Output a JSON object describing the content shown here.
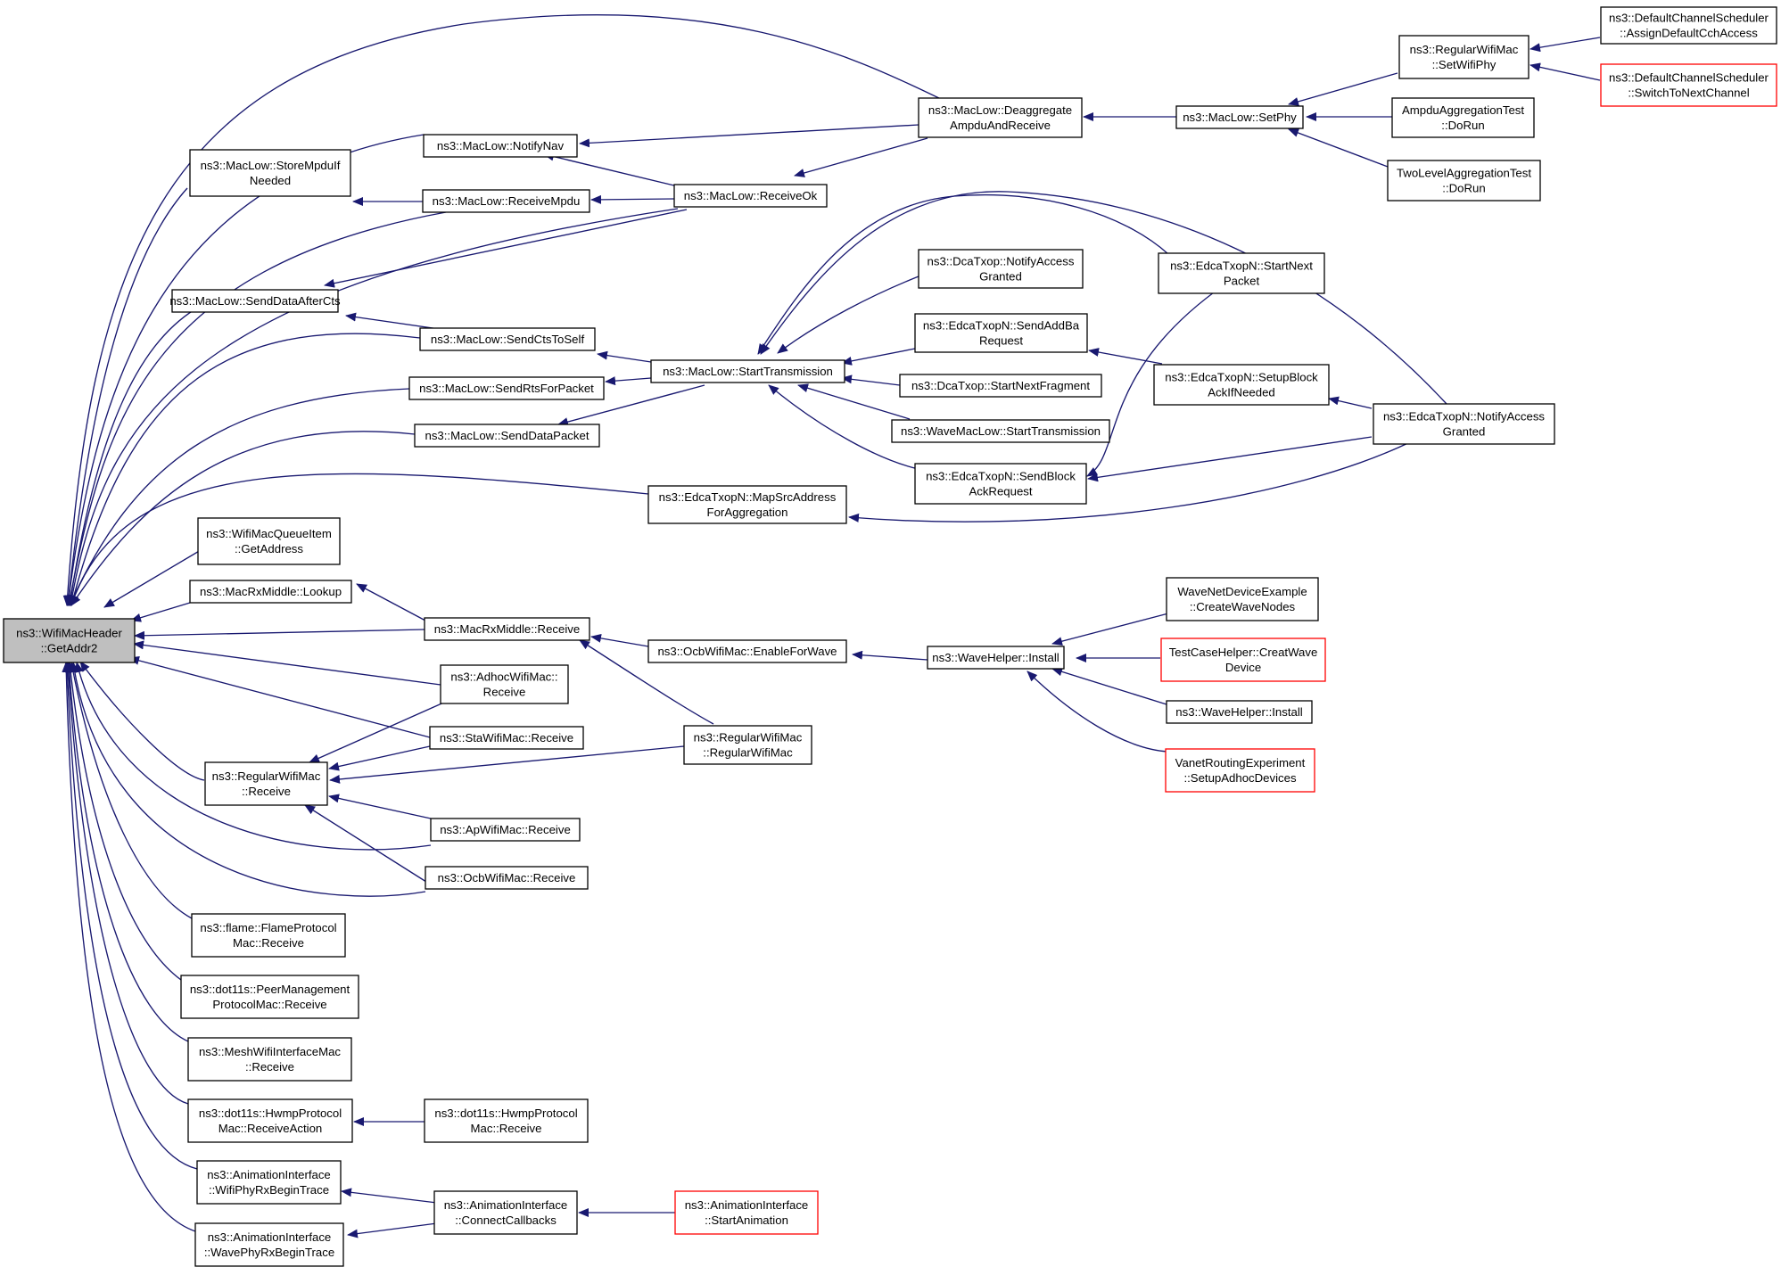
{
  "graph": {
    "focus_node": "n_root",
    "colors": {
      "edge": "#191970",
      "node_border": "#000000",
      "truncated_border": "#ff0000",
      "focus_fill": "#bfbfbf",
      "background": "#ffffff"
    },
    "nodes": [
      {
        "id": "n_root",
        "lines": [
          "ns3::WifiMacHeader",
          "::GetAddr2"
        ],
        "style": "focus"
      },
      {
        "id": "n_storempdu",
        "lines": [
          "ns3::MacLow::StoreMpduIf",
          "Needed"
        ],
        "style": "normal"
      },
      {
        "id": "n_senddataafter",
        "lines": [
          "ns3::MacLow::SendDataAfterCts"
        ],
        "style": "normal"
      },
      {
        "id": "n_queueitem",
        "lines": [
          "ns3::WifiMacQueueItem",
          "::GetAddress"
        ],
        "style": "normal"
      },
      {
        "id": "n_rxlookup",
        "lines": [
          "ns3::MacRxMiddle::Lookup"
        ],
        "style": "normal"
      },
      {
        "id": "n_regular_rx",
        "lines": [
          "ns3::RegularWifiMac",
          "::Receive"
        ],
        "style": "normal"
      },
      {
        "id": "n_flame",
        "lines": [
          "ns3::flame::FlameProtocol",
          "Mac::Receive"
        ],
        "style": "normal"
      },
      {
        "id": "n_peer",
        "lines": [
          "ns3::dot11s::PeerManagement",
          "ProtocolMac::Receive"
        ],
        "style": "normal"
      },
      {
        "id": "n_meshif",
        "lines": [
          "ns3::MeshWifiInterfaceMac",
          "::Receive"
        ],
        "style": "normal"
      },
      {
        "id": "n_hwmp_action",
        "lines": [
          "ns3::dot11s::HwmpProtocol",
          "Mac::ReceiveAction"
        ],
        "style": "normal"
      },
      {
        "id": "n_anim_wifi",
        "lines": [
          "ns3::AnimationInterface",
          "::WifiPhyRxBeginTrace"
        ],
        "style": "normal"
      },
      {
        "id": "n_anim_wave",
        "lines": [
          "ns3::AnimationInterface",
          "::WavePhyRxBeginTrace"
        ],
        "style": "normal"
      },
      {
        "id": "n_notifynav",
        "lines": [
          "ns3::MacLow::NotifyNav"
        ],
        "style": "normal"
      },
      {
        "id": "n_receivempdu",
        "lines": [
          "ns3::MacLow::ReceiveMpdu"
        ],
        "style": "normal"
      },
      {
        "id": "n_sendctstoself",
        "lines": [
          "ns3::MacLow::SendCtsToSelf"
        ],
        "style": "normal"
      },
      {
        "id": "n_sendrts",
        "lines": [
          "ns3::MacLow::SendRtsForPacket"
        ],
        "style": "normal"
      },
      {
        "id": "n_senddatapacket",
        "lines": [
          "ns3::MacLow::SendDataPacket"
        ],
        "style": "normal"
      },
      {
        "id": "n_rxmiddle_rx",
        "lines": [
          "ns3::MacRxMiddle::Receive"
        ],
        "style": "normal"
      },
      {
        "id": "n_adhoc",
        "lines": [
          "ns3::AdhocWifiMac::",
          "Receive"
        ],
        "style": "normal"
      },
      {
        "id": "n_sta",
        "lines": [
          "ns3::StaWifiMac::Receive"
        ],
        "style": "normal"
      },
      {
        "id": "n_ap",
        "lines": [
          "ns3::ApWifiMac::Receive"
        ],
        "style": "normal"
      },
      {
        "id": "n_ocb_rx",
        "lines": [
          "ns3::OcbWifiMac::Receive"
        ],
        "style": "normal"
      },
      {
        "id": "n_hwmp_rx",
        "lines": [
          "ns3::dot11s::HwmpProtocol",
          "Mac::Receive"
        ],
        "style": "normal"
      },
      {
        "id": "n_anim_connect",
        "lines": [
          "ns3::AnimationInterface",
          "::ConnectCallbacks"
        ],
        "style": "normal"
      },
      {
        "id": "n_receiveok",
        "lines": [
          "ns3::MacLow::ReceiveOk"
        ],
        "style": "normal"
      },
      {
        "id": "n_starttx",
        "lines": [
          "ns3::MacLow::StartTransmission"
        ],
        "style": "normal"
      },
      {
        "id": "n_mapsrc",
        "lines": [
          "ns3::EdcaTxopN::MapSrcAddress",
          "ForAggregation"
        ],
        "style": "normal"
      },
      {
        "id": "n_ocb_enable",
        "lines": [
          "ns3::OcbWifiMac::EnableForWave"
        ],
        "style": "normal"
      },
      {
        "id": "n_regular_ctor",
        "lines": [
          "ns3::RegularWifiMac",
          "::RegularWifiMac"
        ],
        "style": "normal"
      },
      {
        "id": "n_anim_start",
        "lines": [
          "ns3::AnimationInterface",
          "::StartAnimation"
        ],
        "style": "truncated"
      },
      {
        "id": "n_deaggregate",
        "lines": [
          "ns3::MacLow::Deaggregate",
          "AmpduAndReceive"
        ],
        "style": "normal"
      },
      {
        "id": "n_dca_notify",
        "lines": [
          "ns3::DcaTxop::NotifyAccess",
          "Granted"
        ],
        "style": "normal"
      },
      {
        "id": "n_sendaddba",
        "lines": [
          "ns3::EdcaTxopN::SendAddBa",
          "Request"
        ],
        "style": "normal"
      },
      {
        "id": "n_dca_nextfrag",
        "lines": [
          "ns3::DcaTxop::StartNextFragment"
        ],
        "style": "normal"
      },
      {
        "id": "n_wavemaclow",
        "lines": [
          "ns3::WaveMacLow::StartTransmission"
        ],
        "style": "normal"
      },
      {
        "id": "n_sendblockack",
        "lines": [
          "ns3::EdcaTxopN::SendBlock",
          "AckRequest"
        ],
        "style": "normal"
      },
      {
        "id": "n_wavehelper",
        "lines": [
          "ns3::WaveHelper::Install"
        ],
        "style": "normal"
      },
      {
        "id": "n_setphy",
        "lines": [
          "ns3::MacLow::SetPhy"
        ],
        "style": "normal"
      },
      {
        "id": "n_startnextpkt",
        "lines": [
          "ns3::EdcaTxopN::StartNext",
          "Packet"
        ],
        "style": "normal"
      },
      {
        "id": "n_setupblockack",
        "lines": [
          "ns3::EdcaTxopN::SetupBlock",
          "AckIfNeeded"
        ],
        "style": "normal"
      },
      {
        "id": "n_wavenetdev",
        "lines": [
          "WaveNetDeviceExample",
          "::CreateWaveNodes"
        ],
        "style": "normal"
      },
      {
        "id": "n_testcase",
        "lines": [
          "TestCaseHelper::CreatWave",
          "Device"
        ],
        "style": "truncated"
      },
      {
        "id": "n_wavehelper2",
        "lines": [
          "ns3::WaveHelper::Install"
        ],
        "style": "normal"
      },
      {
        "id": "n_vanet",
        "lines": [
          "VanetRoutingExperiment",
          "::SetupAdhocDevices"
        ],
        "style": "truncated"
      },
      {
        "id": "n_setwifiphy",
        "lines": [
          "ns3::RegularWifiMac",
          "::SetWifiPhy"
        ],
        "style": "normal"
      },
      {
        "id": "n_ampdutest",
        "lines": [
          "AmpduAggregationTest",
          "::DoRun"
        ],
        "style": "normal"
      },
      {
        "id": "n_twoleveltest",
        "lines": [
          "TwoLevelAggregationTest",
          "::DoRun"
        ],
        "style": "normal"
      },
      {
        "id": "n_edca_notify",
        "lines": [
          "ns3::EdcaTxopN::NotifyAccess",
          "Granted"
        ],
        "style": "normal"
      },
      {
        "id": "n_assigncch",
        "lines": [
          "ns3::DefaultChannelScheduler",
          "::AssignDefaultCchAccess"
        ],
        "style": "normal"
      },
      {
        "id": "n_switchnext",
        "lines": [
          "ns3::DefaultChannelScheduler",
          "::SwitchToNextChannel"
        ],
        "style": "truncated"
      }
    ]
  }
}
